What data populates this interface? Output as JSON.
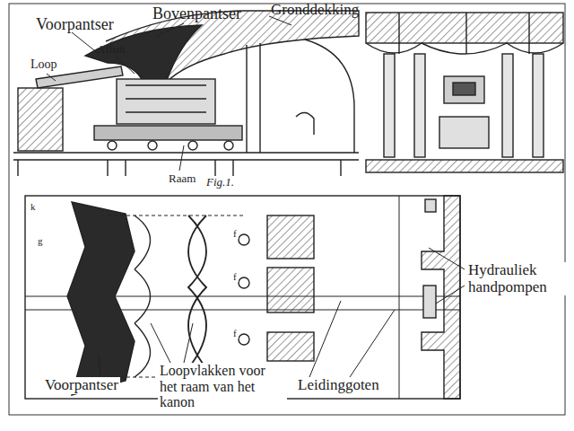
{
  "diagram": {
    "labels": [
      "Gronddekking",
      "Voorpantser",
      "Bovenpantser",
      "Affuit",
      "Loop",
      "Raam",
      "Fig.1.",
      "k",
      "g",
      "f",
      "f",
      "f",
      "Hydrauliek handpompen",
      "Voorpantser",
      "Loopvlakken voor het raam van het kanon",
      "Leidinggoten"
    ]
  }
}
